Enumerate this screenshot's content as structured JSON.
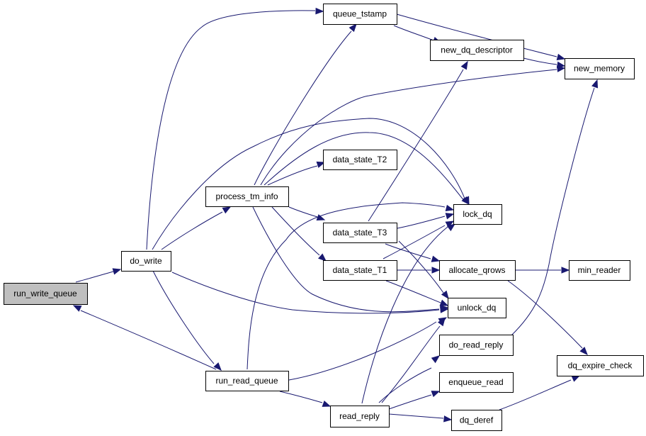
{
  "graph": {
    "root": "run_write_queue",
    "nodes": [
      {
        "id": "run_write_queue",
        "label": "run_write_queue"
      },
      {
        "id": "do_write",
        "label": "do_write"
      },
      {
        "id": "process_tm_info",
        "label": "process_tm_info"
      },
      {
        "id": "queue_tstamp",
        "label": "queue_tstamp"
      },
      {
        "id": "new_dq_descriptor",
        "label": "new_dq_descriptor"
      },
      {
        "id": "new_memory",
        "label": "new_memory"
      },
      {
        "id": "data_state_T2",
        "label": "data_state_T2"
      },
      {
        "id": "data_state_T3",
        "label": "data_state_T3"
      },
      {
        "id": "data_state_T1",
        "label": "data_state_T1"
      },
      {
        "id": "lock_dq",
        "label": "lock_dq"
      },
      {
        "id": "allocate_qrows",
        "label": "allocate_qrows"
      },
      {
        "id": "min_reader",
        "label": "min_reader"
      },
      {
        "id": "unlock_dq",
        "label": "unlock_dq"
      },
      {
        "id": "do_read_reply",
        "label": "do_read_reply"
      },
      {
        "id": "dq_expire_check",
        "label": "dq_expire_check"
      },
      {
        "id": "enqueue_read",
        "label": "enqueue_read"
      },
      {
        "id": "dq_deref",
        "label": "dq_deref"
      },
      {
        "id": "run_read_queue",
        "label": "run_read_queue"
      },
      {
        "id": "read_reply",
        "label": "read_reply"
      }
    ],
    "edges": [
      {
        "from": "run_write_queue",
        "to": "do_write"
      },
      {
        "from": "run_read_queue",
        "to": "run_write_queue"
      },
      {
        "from": "do_write",
        "to": "queue_tstamp"
      },
      {
        "from": "do_write",
        "to": "process_tm_info"
      },
      {
        "from": "do_write",
        "to": "lock_dq"
      },
      {
        "from": "do_write",
        "to": "unlock_dq"
      },
      {
        "from": "do_write",
        "to": "run_read_queue"
      },
      {
        "from": "process_tm_info",
        "to": "queue_tstamp"
      },
      {
        "from": "process_tm_info",
        "to": "new_memory"
      },
      {
        "from": "process_tm_info",
        "to": "lock_dq"
      },
      {
        "from": "process_tm_info",
        "to": "data_state_T2"
      },
      {
        "from": "process_tm_info",
        "to": "data_state_T3"
      },
      {
        "from": "process_tm_info",
        "to": "data_state_T1"
      },
      {
        "from": "process_tm_info",
        "to": "unlock_dq"
      },
      {
        "from": "queue_tstamp",
        "to": "new_dq_descriptor"
      },
      {
        "from": "queue_tstamp",
        "to": "new_memory"
      },
      {
        "from": "new_dq_descriptor",
        "to": "new_memory"
      },
      {
        "from": "data_state_T3",
        "to": "new_dq_descriptor"
      },
      {
        "from": "data_state_T3",
        "to": "lock_dq"
      },
      {
        "from": "data_state_T3",
        "to": "allocate_qrows"
      },
      {
        "from": "data_state_T3",
        "to": "unlock_dq"
      },
      {
        "from": "data_state_T1",
        "to": "lock_dq"
      },
      {
        "from": "data_state_T1",
        "to": "allocate_qrows"
      },
      {
        "from": "data_state_T1",
        "to": "unlock_dq"
      },
      {
        "from": "allocate_qrows",
        "to": "min_reader"
      },
      {
        "from": "allocate_qrows",
        "to": "dq_expire_check"
      },
      {
        "from": "run_read_queue",
        "to": "lock_dq"
      },
      {
        "from": "run_read_queue",
        "to": "unlock_dq"
      },
      {
        "from": "run_read_queue",
        "to": "read_reply"
      },
      {
        "from": "read_reply",
        "to": "lock_dq"
      },
      {
        "from": "read_reply",
        "to": "unlock_dq"
      },
      {
        "from": "read_reply",
        "to": "do_read_reply"
      },
      {
        "from": "read_reply",
        "to": "enqueue_read"
      },
      {
        "from": "read_reply",
        "to": "dq_deref"
      },
      {
        "from": "do_read_reply",
        "to": "new_memory"
      },
      {
        "from": "dq_deref",
        "to": "dq_expire_check"
      }
    ]
  },
  "colors": {
    "edge": "#191970",
    "root_fill": "#bfbfbf",
    "node_fill": "#ffffff",
    "node_border": "#000000"
  }
}
